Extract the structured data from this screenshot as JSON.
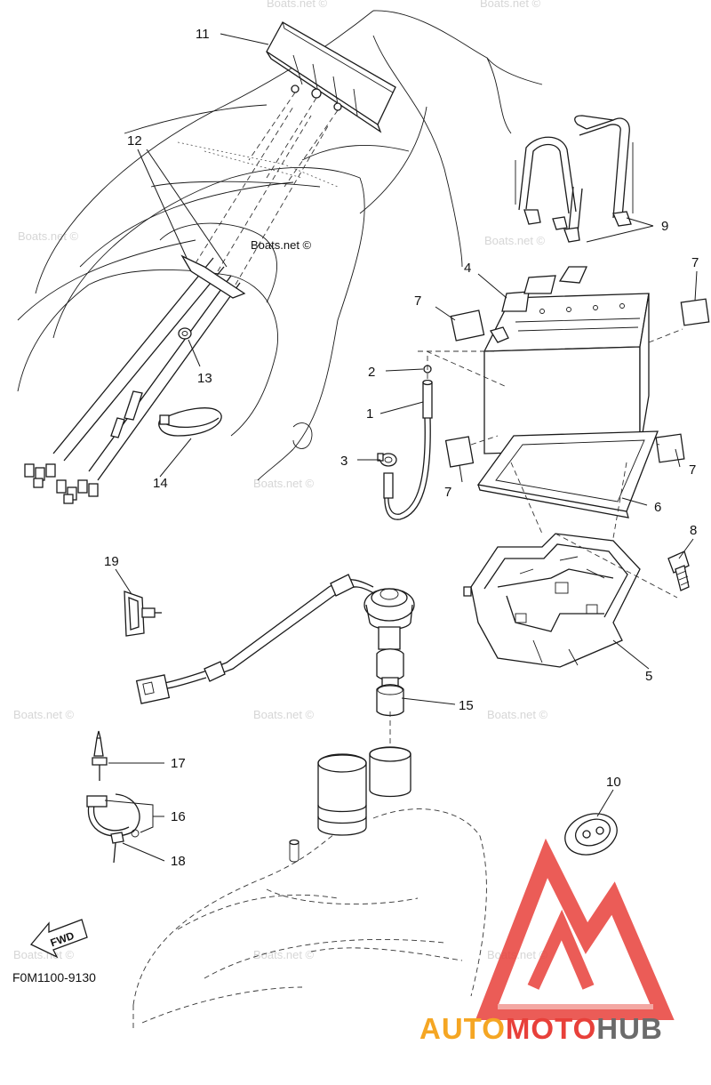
{
  "labels": {
    "l1": "1",
    "l2": "2",
    "l3": "3",
    "l4": "4",
    "l5": "5",
    "l6": "6",
    "l7a": "7",
    "l7b": "7",
    "l7c": "7",
    "l7d": "7",
    "l8": "8",
    "l9": "9",
    "l10": "10",
    "l11": "11",
    "l12": "12",
    "l13": "13",
    "l14": "14",
    "l15": "15",
    "l16": "16",
    "l17": "17",
    "l18": "18",
    "l19": "19"
  },
  "watermark": "Boats.net ©",
  "drawing_code": "F0M1100-9130",
  "fwd": "FWD",
  "logo": {
    "part1": "AUTO",
    "part2": "MOTO",
    "part3": "HUB",
    "color_orange": "#f5a623",
    "color_red": "#e8403a",
    "color_gray": "#6b6b6b"
  }
}
